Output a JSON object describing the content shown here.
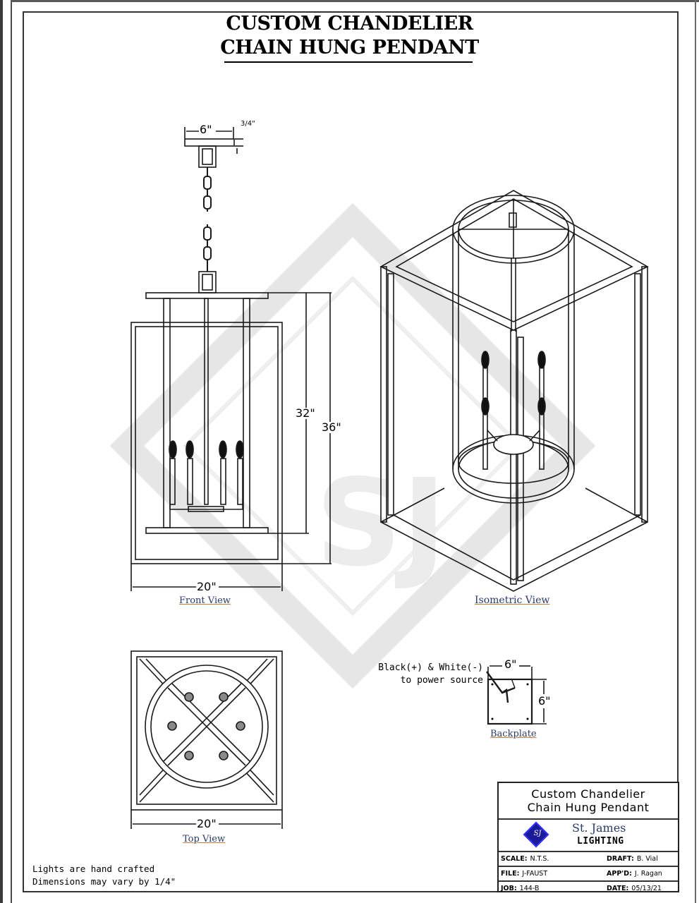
{
  "title": {
    "line1": "CUSTOM CHANDELIER",
    "line2": "CHAIN HUNG PENDANT"
  },
  "views": {
    "front": {
      "label": "Front View",
      "canopy_width": "6\"",
      "canopy_depth": "3/4\"",
      "body_height": "32\"",
      "overall_height": "36\"",
      "width": "20\"",
      "candle_count": 4
    },
    "isometric": {
      "label": "Isometric View"
    },
    "top": {
      "label": "Top View",
      "width": "20\"",
      "socket_count": 6
    },
    "backplate": {
      "label": "Backplate",
      "width": "6\"",
      "height": "6\"",
      "wire_note_line1": "Black(+) & White(-)",
      "wire_note_line2": "to power source"
    }
  },
  "notes": {
    "line1": "Lights are hand crafted",
    "line2": "Dimensions may vary by 1/4\""
  },
  "title_block": {
    "project_line1": "Custom Chandelier",
    "project_line2": "Chain Hung Pendant",
    "company_name": "St. James",
    "company_sub": "LIGHTING",
    "logo_text": "SJ",
    "logo_icon": "diamond-logo-icon",
    "fields": [
      {
        "key": "SCALE:",
        "value": "N.T.S."
      },
      {
        "key": "DRAFT:",
        "value": "B. Vial"
      },
      {
        "key": "FILE:",
        "value": "J-FAUST"
      },
      {
        "key": "APP'D:",
        "value": "J. Ragan"
      },
      {
        "key": "JOB:",
        "value": "144-B"
      },
      {
        "key": "DATE:",
        "value": "05/13/21"
      }
    ]
  },
  "watermark": {
    "text": "SJ",
    "color": "#e4e4e4"
  },
  "colors": {
    "line": "#1a1a1a",
    "label_text": "#2a3a6a",
    "logo_fill": "#1a1a9a"
  }
}
